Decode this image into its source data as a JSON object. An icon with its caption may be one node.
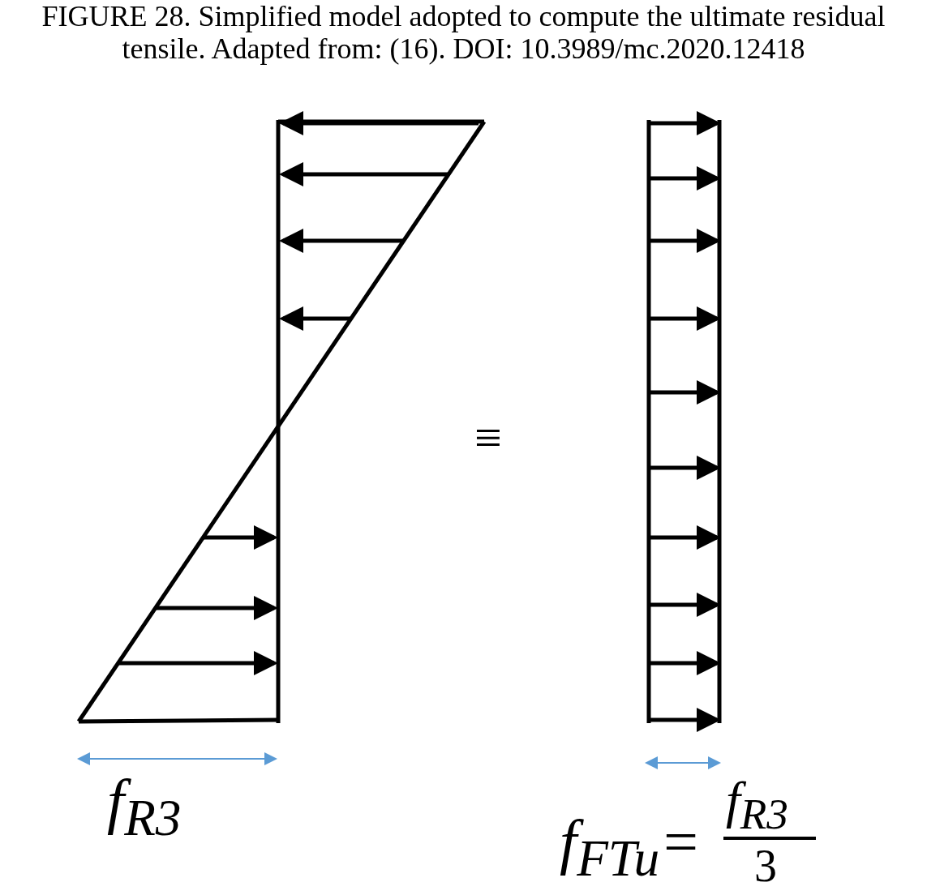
{
  "diagram": {
    "caption": "FIGURE 28. Simplified model adopted to compute the ultimate residual tensile. Adapted from: (16). DOI: 10.3989/mc.2020.12418",
    "labels": [
      "≡",
      "f$_{R3}$",
      "f$_{FTu}$=",
      "f$_{R3}$",
      "3"
    ]
  }
}
